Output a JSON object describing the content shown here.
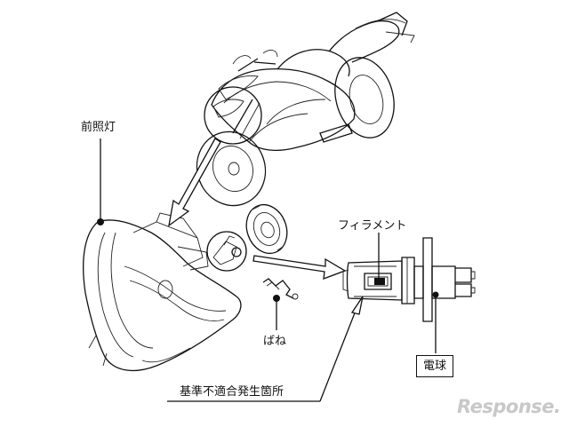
{
  "labels": {
    "headlight": "前照灯",
    "filament": "フィラメント",
    "spring": "ばね",
    "bulb": "電球",
    "nonconformity_location": "基準不適合発生箇所"
  },
  "watermark": {
    "text": "Response."
  }
}
